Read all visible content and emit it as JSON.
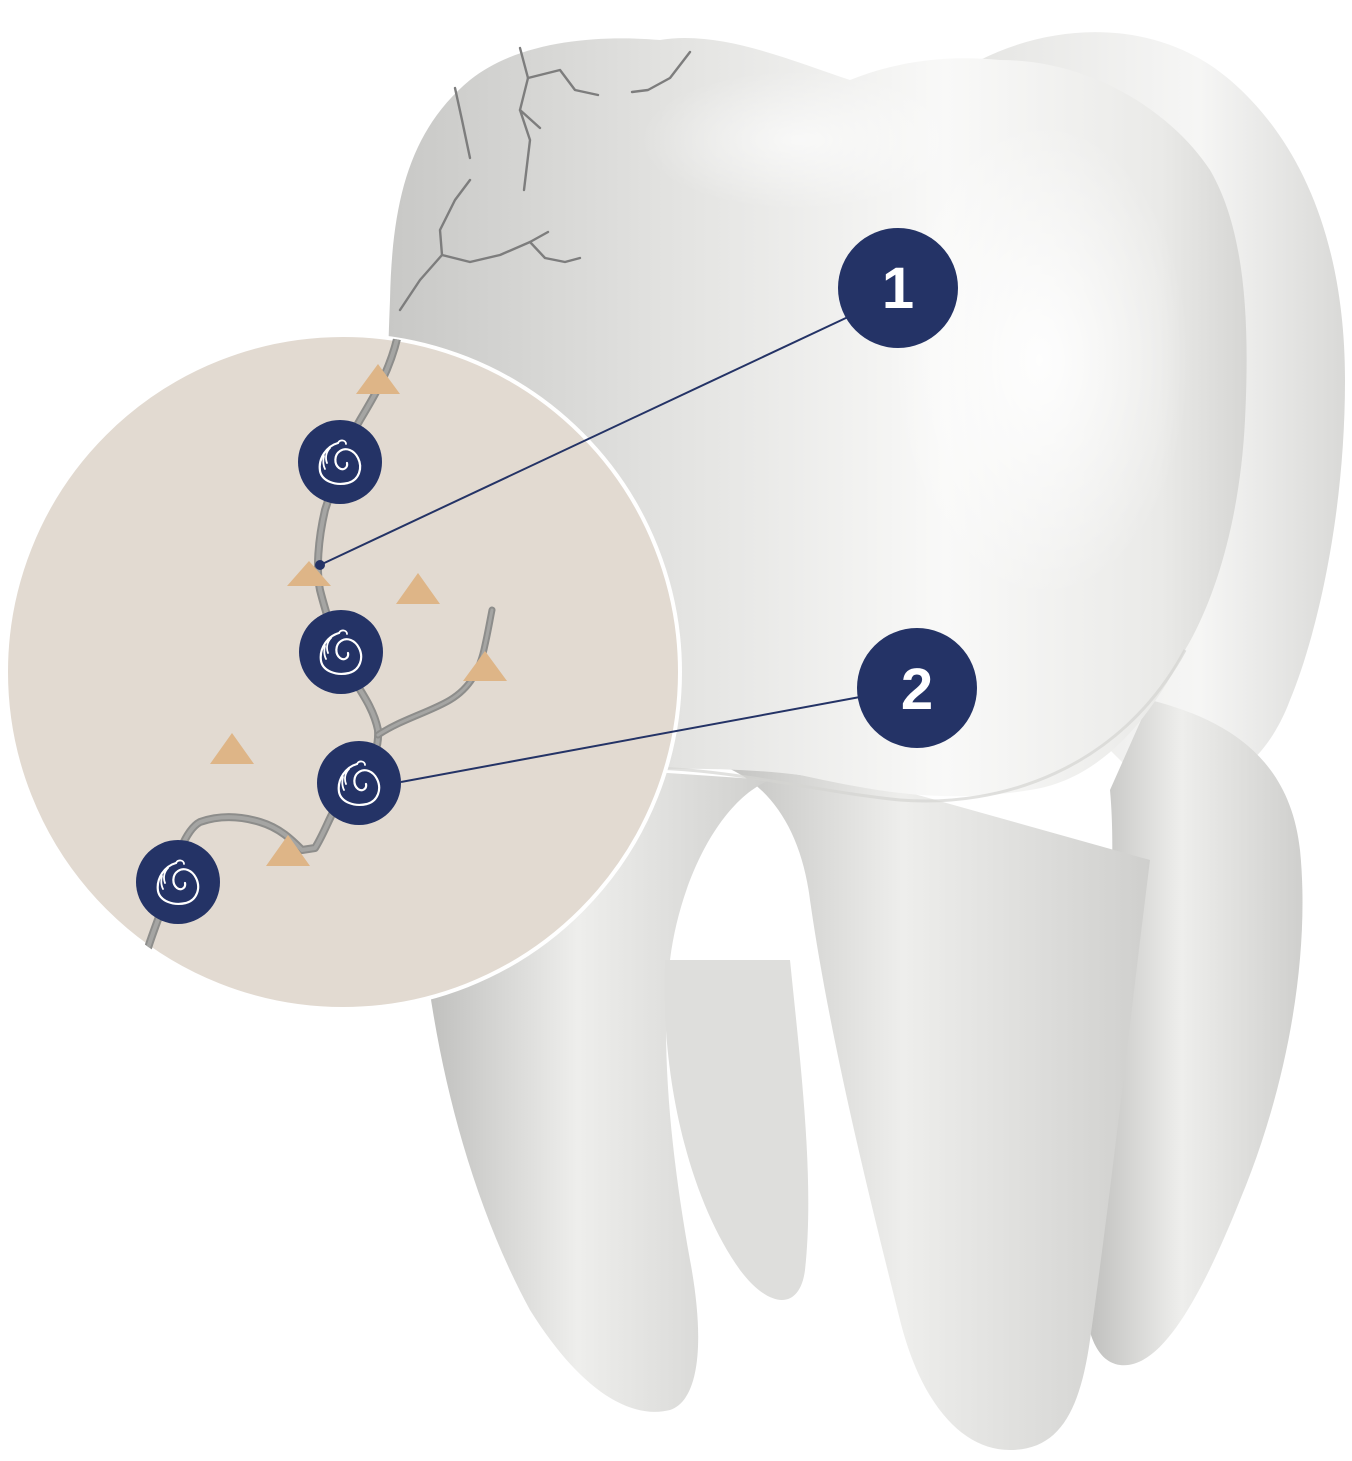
{
  "callouts": [
    {
      "number": "1"
    },
    {
      "number": "2"
    }
  ],
  "icons": {
    "bacteria": "snail-shell-icon",
    "particle": "triangle-particle"
  },
  "colors": {
    "tooth_light": "#f7f7f5",
    "tooth_shadow": "#c9c9c6",
    "zoom_bg": "#e2dad1",
    "badge": "#243366",
    "particle": "#deb587",
    "crack": "#8a8a8a"
  }
}
